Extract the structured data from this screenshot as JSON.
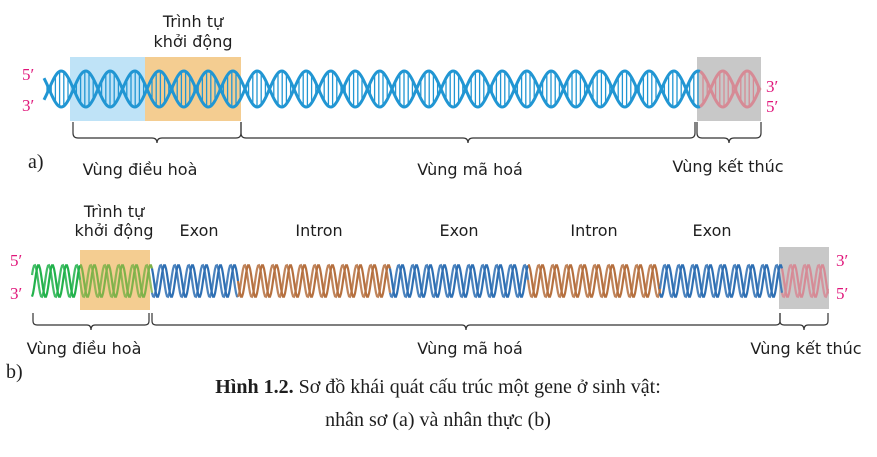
{
  "panel_a": {
    "panel_label": "a)",
    "promoter_line1": "Trình tự",
    "promoter_line2": "khởi động",
    "regulatory_region": "Vùng điều hoà",
    "coding_region": "Vùng mã hoá",
    "termination_region": "Vùng kết thúc",
    "end_top_left": "5′",
    "end_bottom_left": "3′",
    "end_top_right": "3′",
    "end_bottom_right": "5′"
  },
  "panel_b": {
    "panel_label": "b)",
    "promoter_line1": "Trình tự",
    "promoter_line2": "khởi động",
    "segments": [
      "Exon",
      "Intron",
      "Exon",
      "Intron",
      "Exon"
    ],
    "regulatory_region": "Vùng điều hoà",
    "coding_region": "Vùng mã hoá",
    "termination_region": "Vùng kết thúc",
    "end_top_left": "5′",
    "end_bottom_left": "3′",
    "end_top_right": "3′",
    "end_bottom_right": "5′"
  },
  "caption": {
    "bold": "Hình 1.2.",
    "line1_rest": " Sơ đồ khái quát cấu trúc một gene ở sinh vật:",
    "line2": "nhân sơ (a) và nhân thực (b)"
  },
  "colors": {
    "dna_a": "#2196d3",
    "exon": "#2e6fb3",
    "intron": "#b5703f",
    "regulatory_green": "#22b24c",
    "termination_pink": "#d68a95",
    "promoter_box": "#f2c47e",
    "regulatory_box_a": "#bfe3f7",
    "termination_box": "#c8c8c8",
    "strand_end_label": "#e0157a"
  }
}
